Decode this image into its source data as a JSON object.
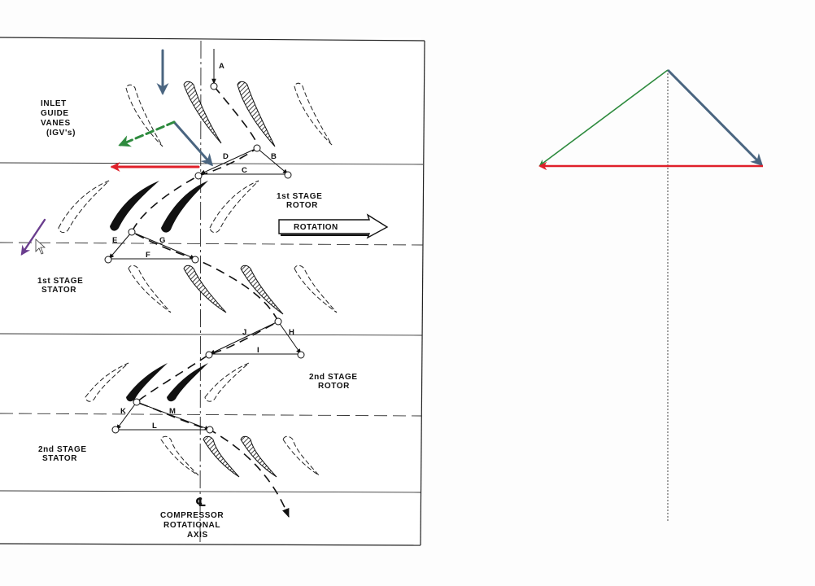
{
  "diagram": {
    "sections": {
      "igv": [
        "INLET",
        "GUIDE",
        "VANES",
        "(IGV's)"
      ],
      "rotor1": [
        "1st STAGE",
        "ROTOR"
      ],
      "stator1": [
        "1st STAGE",
        "STATOR"
      ],
      "rotor2": [
        "2nd STAGE",
        "ROTOR"
      ],
      "stator2": [
        "2nd STAGE",
        "STATOR"
      ]
    },
    "rotation_label": "ROTATION",
    "axis_symbol": "℄",
    "axis_label": [
      "COMPRESSOR",
      "ROTATIONAL",
      "AXIS"
    ],
    "points": {
      "A": "A",
      "B": "B",
      "C": "C",
      "D": "D",
      "E": "E",
      "F": "F",
      "G": "G",
      "H": "H",
      "I": "I",
      "J": "J",
      "K": "K",
      "L": "L",
      "M": "M"
    }
  },
  "annotation_colors": {
    "blue": "#4a6580",
    "red": "#e0202a",
    "green": "#2e8b3e",
    "purple": "#6a3d8e"
  }
}
